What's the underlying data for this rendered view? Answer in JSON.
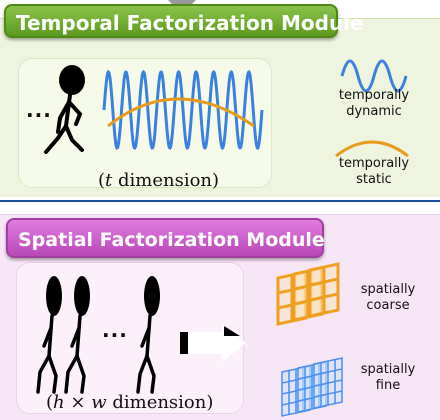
{
  "temporal": {
    "title": "Temporal Factorization Module",
    "ellipsis": "...",
    "dimension_var": "t",
    "dimension_word": "dimension",
    "legend": {
      "dynamic_label_line1": "temporally",
      "dynamic_label_line2": "dynamic",
      "static_label_line1": "temporally",
      "static_label_line2": "static"
    },
    "colors": {
      "dynamic": "#3b82e0",
      "static": "#e89a1c",
      "banner": "#6aab2a"
    }
  },
  "spatial": {
    "title": "Spatial Factorization Module",
    "ellipsis": "...",
    "dimension_h": "h",
    "dimension_times": "×",
    "dimension_w": "w",
    "dimension_word": "dimension",
    "legend": {
      "coarse_label_line1": "spatially",
      "coarse_label_line2": "coarse",
      "fine_label_line1": "spatially",
      "fine_label_line2": "fine"
    },
    "colors": {
      "coarse": "#f0a020",
      "fine": "#4a8ff0",
      "banner": "#cc5ccc"
    }
  }
}
